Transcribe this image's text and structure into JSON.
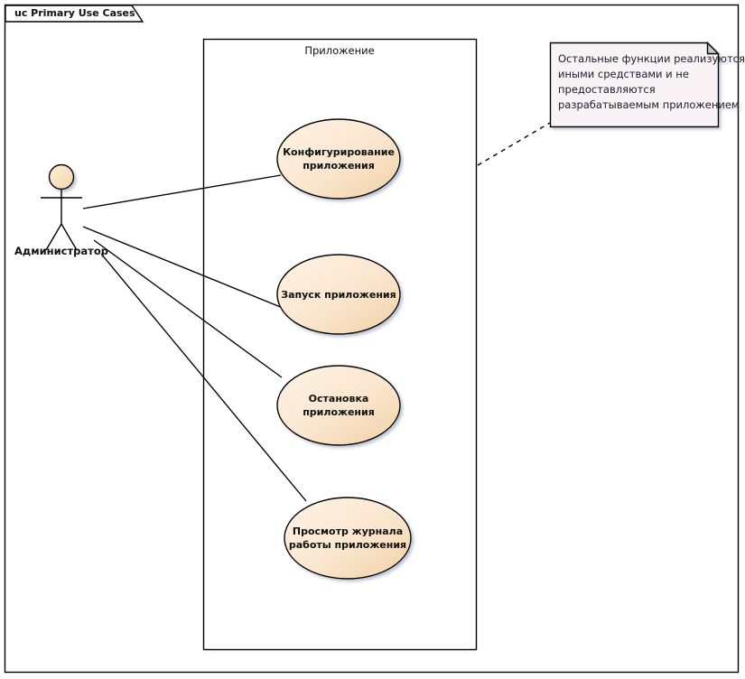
{
  "diagram": {
    "type": "uml-use-case",
    "frame_title": "uc Primary Use Cases",
    "colors": {
      "frame_stroke": "#000000",
      "boundary_stroke": "#000000",
      "usecase_fill_light": "#FCEEDC",
      "usecase_fill_dark": "#F3D5AE",
      "usecase_stroke": "#000000",
      "actor_fill": "#F8DFB9",
      "actor_stroke": "#000000",
      "note_fill": "#FAF3F5",
      "note_stroke": "#000000",
      "note_fold_fill": "#C8C8C8",
      "connector_stroke": "#000000",
      "text": "#101010",
      "background": "#FFFFFF"
    }
  },
  "boundary": {
    "label": "Приложение"
  },
  "actor": {
    "label": "Администратор",
    "icon": "stick-figure-actor-icon"
  },
  "use_cases": [
    {
      "id": "configure",
      "lines": [
        "Конфигурирование",
        "приложения"
      ]
    },
    {
      "id": "start",
      "lines": [
        "Запуск приложения"
      ]
    },
    {
      "id": "stop",
      "lines": [
        "Остановка",
        "приложения"
      ]
    },
    {
      "id": "view-log",
      "lines": [
        "Просмотр журнала",
        "работы приложения"
      ]
    }
  ],
  "note": {
    "lines": [
      "Остальные функции реализуются",
      "иными средствами и не",
      "предоставляются",
      "разрабатываемым приложением"
    ]
  },
  "associations": [
    {
      "from": "actor",
      "to": "configure"
    },
    {
      "from": "actor",
      "to": "start"
    },
    {
      "from": "actor",
      "to": "stop"
    },
    {
      "from": "actor",
      "to": "view-log"
    }
  ]
}
